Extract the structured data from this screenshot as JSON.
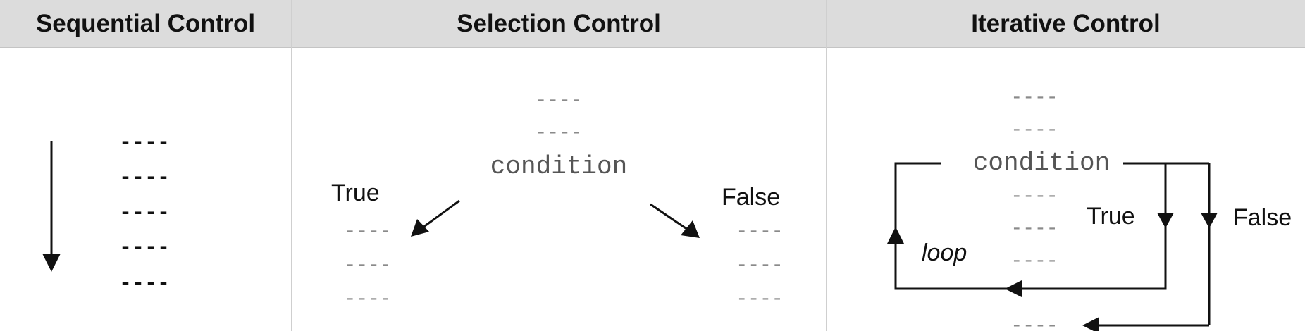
{
  "columns": [
    {
      "title": "Sequential Control"
    },
    {
      "title": "Selection Control"
    },
    {
      "title": "Iterative Control"
    }
  ],
  "sequential": {
    "statement_lines": [
      "----",
      "----",
      "----",
      "----",
      "----"
    ]
  },
  "selection": {
    "pre_lines": [
      "----",
      "----"
    ],
    "condition": "condition",
    "true_label": "True",
    "false_label": "False",
    "true_lines": [
      "----",
      "----",
      "----"
    ],
    "false_lines": [
      "----",
      "----",
      "----"
    ]
  },
  "iterative": {
    "pre_lines": [
      "----",
      "----"
    ],
    "condition": "condition",
    "body_lines": [
      "----",
      "----",
      "----"
    ],
    "true_label": "True",
    "false_label": "False",
    "loop_label": "loop",
    "exit_line": "----"
  },
  "colors": {
    "header_bg": "#dcdcdc",
    "panel_bg": "#ffffff",
    "line": "#111111",
    "faint_text": "#8a8a8a"
  }
}
